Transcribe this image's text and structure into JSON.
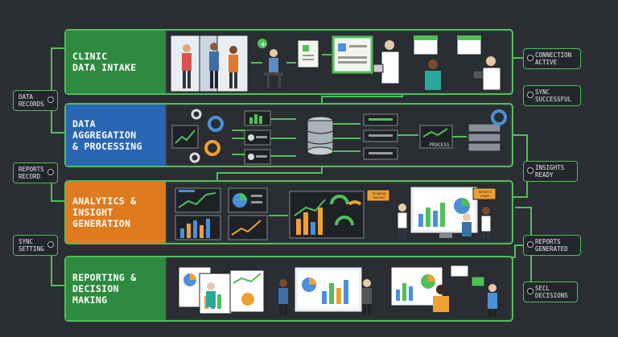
{
  "stages": [
    {
      "id": "intake",
      "label": "CLINIC\nDATA INTAKE",
      "color": "#2e8a3e"
    },
    {
      "id": "aggregation",
      "label": "DATA\nAGGREGATION\n& PROCESSING",
      "color": "#2a66b3"
    },
    {
      "id": "analytics",
      "label": "ANALYTICS &\nINSIGHT\nGENERATION",
      "color": "#e07a1f"
    },
    {
      "id": "reporting",
      "label": "REPORTING &\nDECISION\nMAKING",
      "color": "#2e8a3e"
    }
  ],
  "left_tags": [
    "DATA\nRECORDS",
    "REPORTS\nRECORD",
    "SYNC\nSETTING"
  ],
  "right_tags": [
    "CONNECTION\nACTIVE",
    "SYNC\nSUCCESSFUL",
    "INSIGHTS\nREADY",
    "REPORTS\nGENERATED",
    "SECL\nDECISIONS"
  ],
  "node_labels": {
    "process": "PROCESS",
    "trending_insight": "TRENDING\nINSIGHT",
    "reports_ready": "REPORTS\nREADY"
  },
  "colors": {
    "accent": "#4fbf5a",
    "chart_green": "#4fbf5a",
    "chart_orange": "#f0a030",
    "chart_blue": "#4a90d9",
    "panel": "#2a2d31",
    "bg": "#2b2e33"
  }
}
